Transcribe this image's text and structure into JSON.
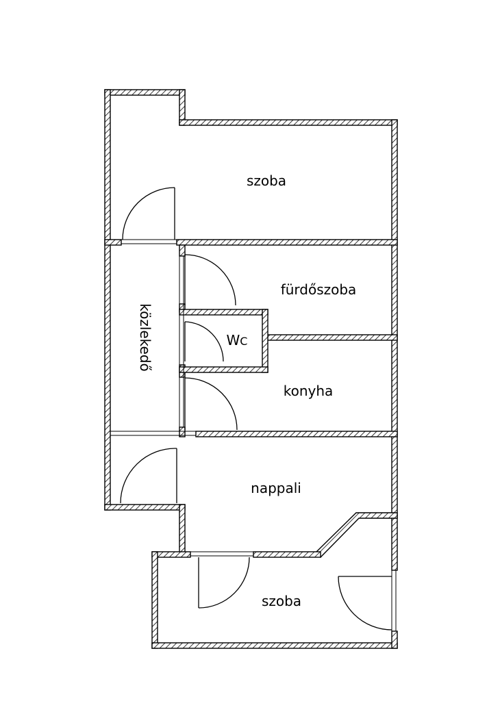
{
  "rooms": {
    "top_room": "szoba",
    "bathroom": "fürdőszoba",
    "wc_w": "W",
    "wc_c": "C",
    "corridor": "közlekedő",
    "kitchen": "konyha",
    "living_room": "nappali",
    "bottom_room": "szoba"
  }
}
